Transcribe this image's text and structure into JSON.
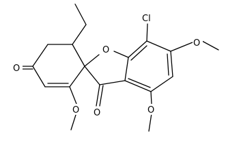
{
  "molecule": {
    "atoms": {
      "cl": "Cl",
      "o_furan": "O",
      "o_ketone_ring": "O",
      "o_ketone_furanone": "O",
      "o_methoxy_enone": "O",
      "o_methoxy_6": "O",
      "o_methoxy_4": "O"
    }
  }
}
